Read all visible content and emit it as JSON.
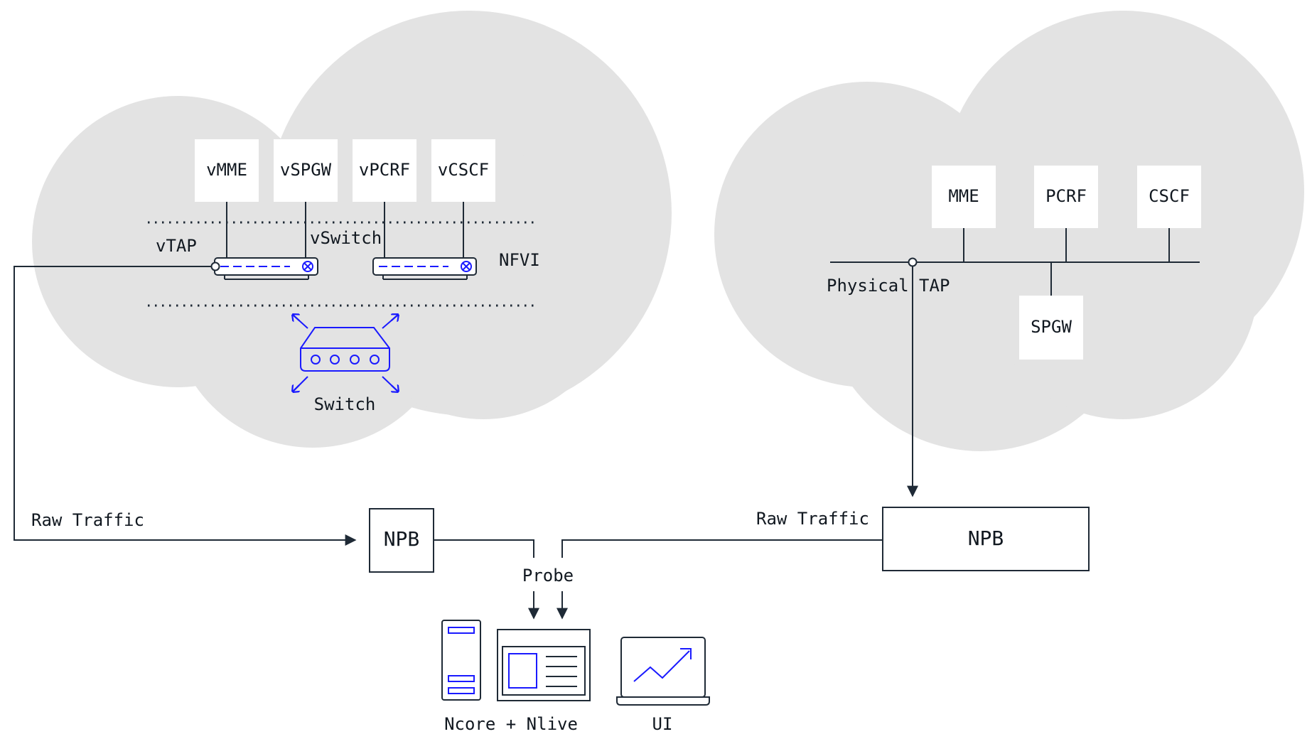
{
  "left_cloud": {
    "nodes": [
      "vMME",
      "vSPGW",
      "vPCRF",
      "vCSCF"
    ],
    "vtap_label": "vTAP",
    "vswitch_label": "vSwitch",
    "nfvi_label": "NFVI",
    "switch_label": "Switch"
  },
  "right_cloud": {
    "nodes": [
      "MME",
      "PCRF",
      "CSCF",
      "SPGW"
    ],
    "tap_label": "Physical TAP"
  },
  "flows": {
    "left_raw_traffic": "Raw Traffic",
    "right_raw_traffic": "Raw Traffic",
    "left_npb": "NPB",
    "right_npb": "NPB",
    "probe": "Probe"
  },
  "bottom": {
    "ncore_label": "Ncore + Nlive",
    "ui_label": "UI"
  },
  "colors": {
    "cloud": "#e3e3e3",
    "line": "#1f2a36",
    "accent": "#1a1aff"
  }
}
